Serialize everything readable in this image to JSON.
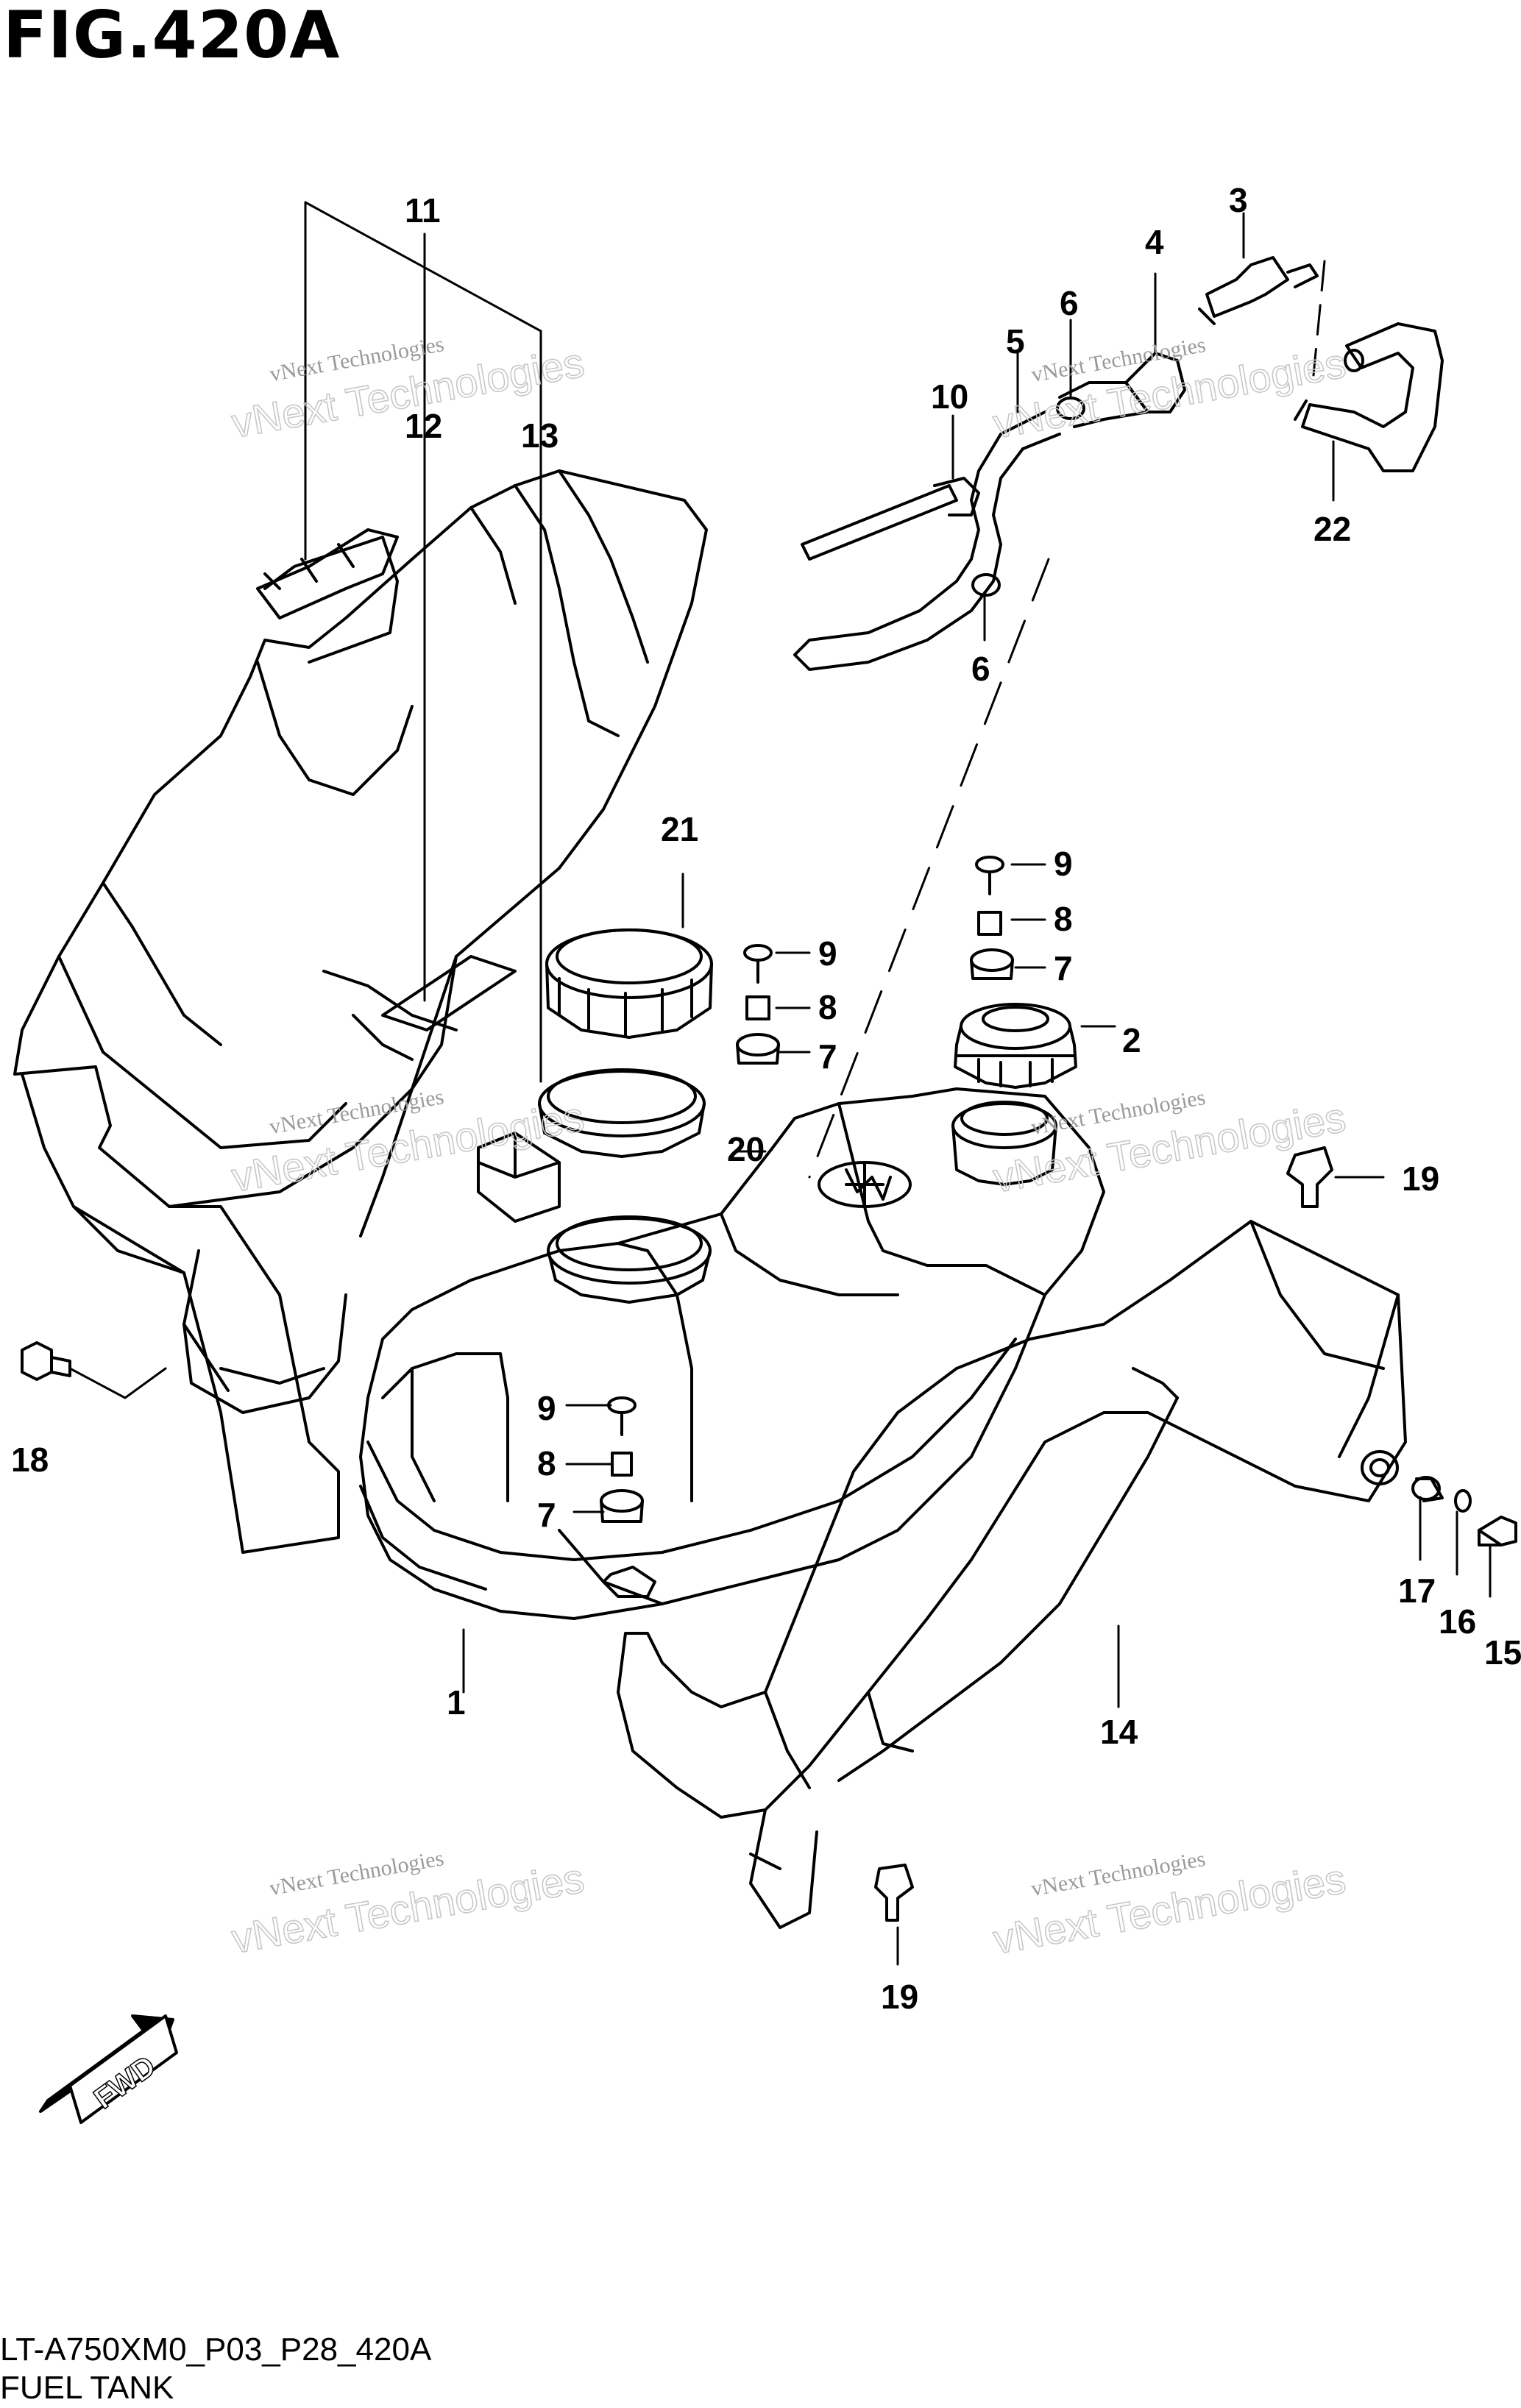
{
  "figure": {
    "title": "FIG.420A",
    "code": "LT-A750XM0_P03_P28_420A",
    "name": "FUEL TANK"
  },
  "watermark": {
    "line1": "vNext Technologies",
    "line2": "vNext Technologies"
  },
  "fwd_label": "FWD",
  "callouts": [
    {
      "id": "c1",
      "label": "1"
    },
    {
      "id": "c2",
      "label": "2"
    },
    {
      "id": "c3",
      "label": "3"
    },
    {
      "id": "c4",
      "label": "4"
    },
    {
      "id": "c5",
      "label": "5"
    },
    {
      "id": "c6a",
      "label": "6"
    },
    {
      "id": "c6b",
      "label": "6"
    },
    {
      "id": "c7a",
      "label": "7"
    },
    {
      "id": "c7b",
      "label": "7"
    },
    {
      "id": "c7c",
      "label": "7"
    },
    {
      "id": "c8a",
      "label": "8"
    },
    {
      "id": "c8b",
      "label": "8"
    },
    {
      "id": "c8c",
      "label": "8"
    },
    {
      "id": "c9a",
      "label": "9"
    },
    {
      "id": "c9b",
      "label": "9"
    },
    {
      "id": "c9c",
      "label": "9"
    },
    {
      "id": "c10",
      "label": "10"
    },
    {
      "id": "c11",
      "label": "11"
    },
    {
      "id": "c12",
      "label": "12"
    },
    {
      "id": "c13",
      "label": "13"
    },
    {
      "id": "c14",
      "label": "14"
    },
    {
      "id": "c15",
      "label": "15"
    },
    {
      "id": "c16",
      "label": "16"
    },
    {
      "id": "c17",
      "label": "17"
    },
    {
      "id": "c18",
      "label": "18"
    },
    {
      "id": "c19a",
      "label": "19"
    },
    {
      "id": "c19b",
      "label": "19"
    },
    {
      "id": "c20",
      "label": "20"
    },
    {
      "id": "c21",
      "label": "21"
    },
    {
      "id": "c22",
      "label": "22"
    }
  ]
}
